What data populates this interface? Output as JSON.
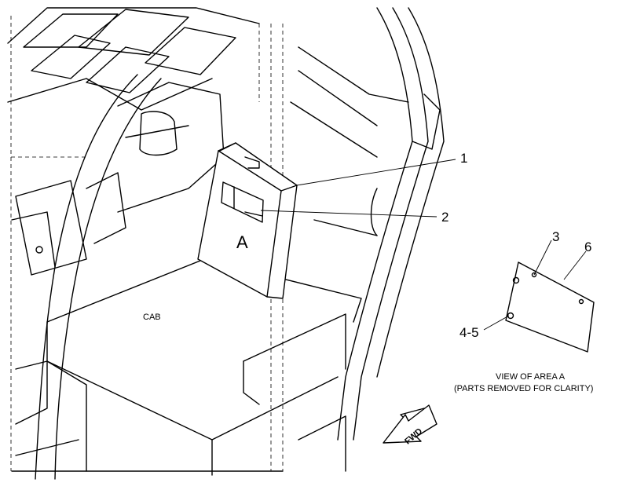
{
  "callouts": {
    "c1": "1",
    "c2": "2",
    "c3": "3",
    "c45": "4-5",
    "c6": "6"
  },
  "labels": {
    "area": "A",
    "cab": "CAB",
    "fwd": "FWD",
    "view_line1": "VIEW OF AREA  A",
    "view_line2": "(PARTS REMOVED FOR CLARITY)"
  }
}
